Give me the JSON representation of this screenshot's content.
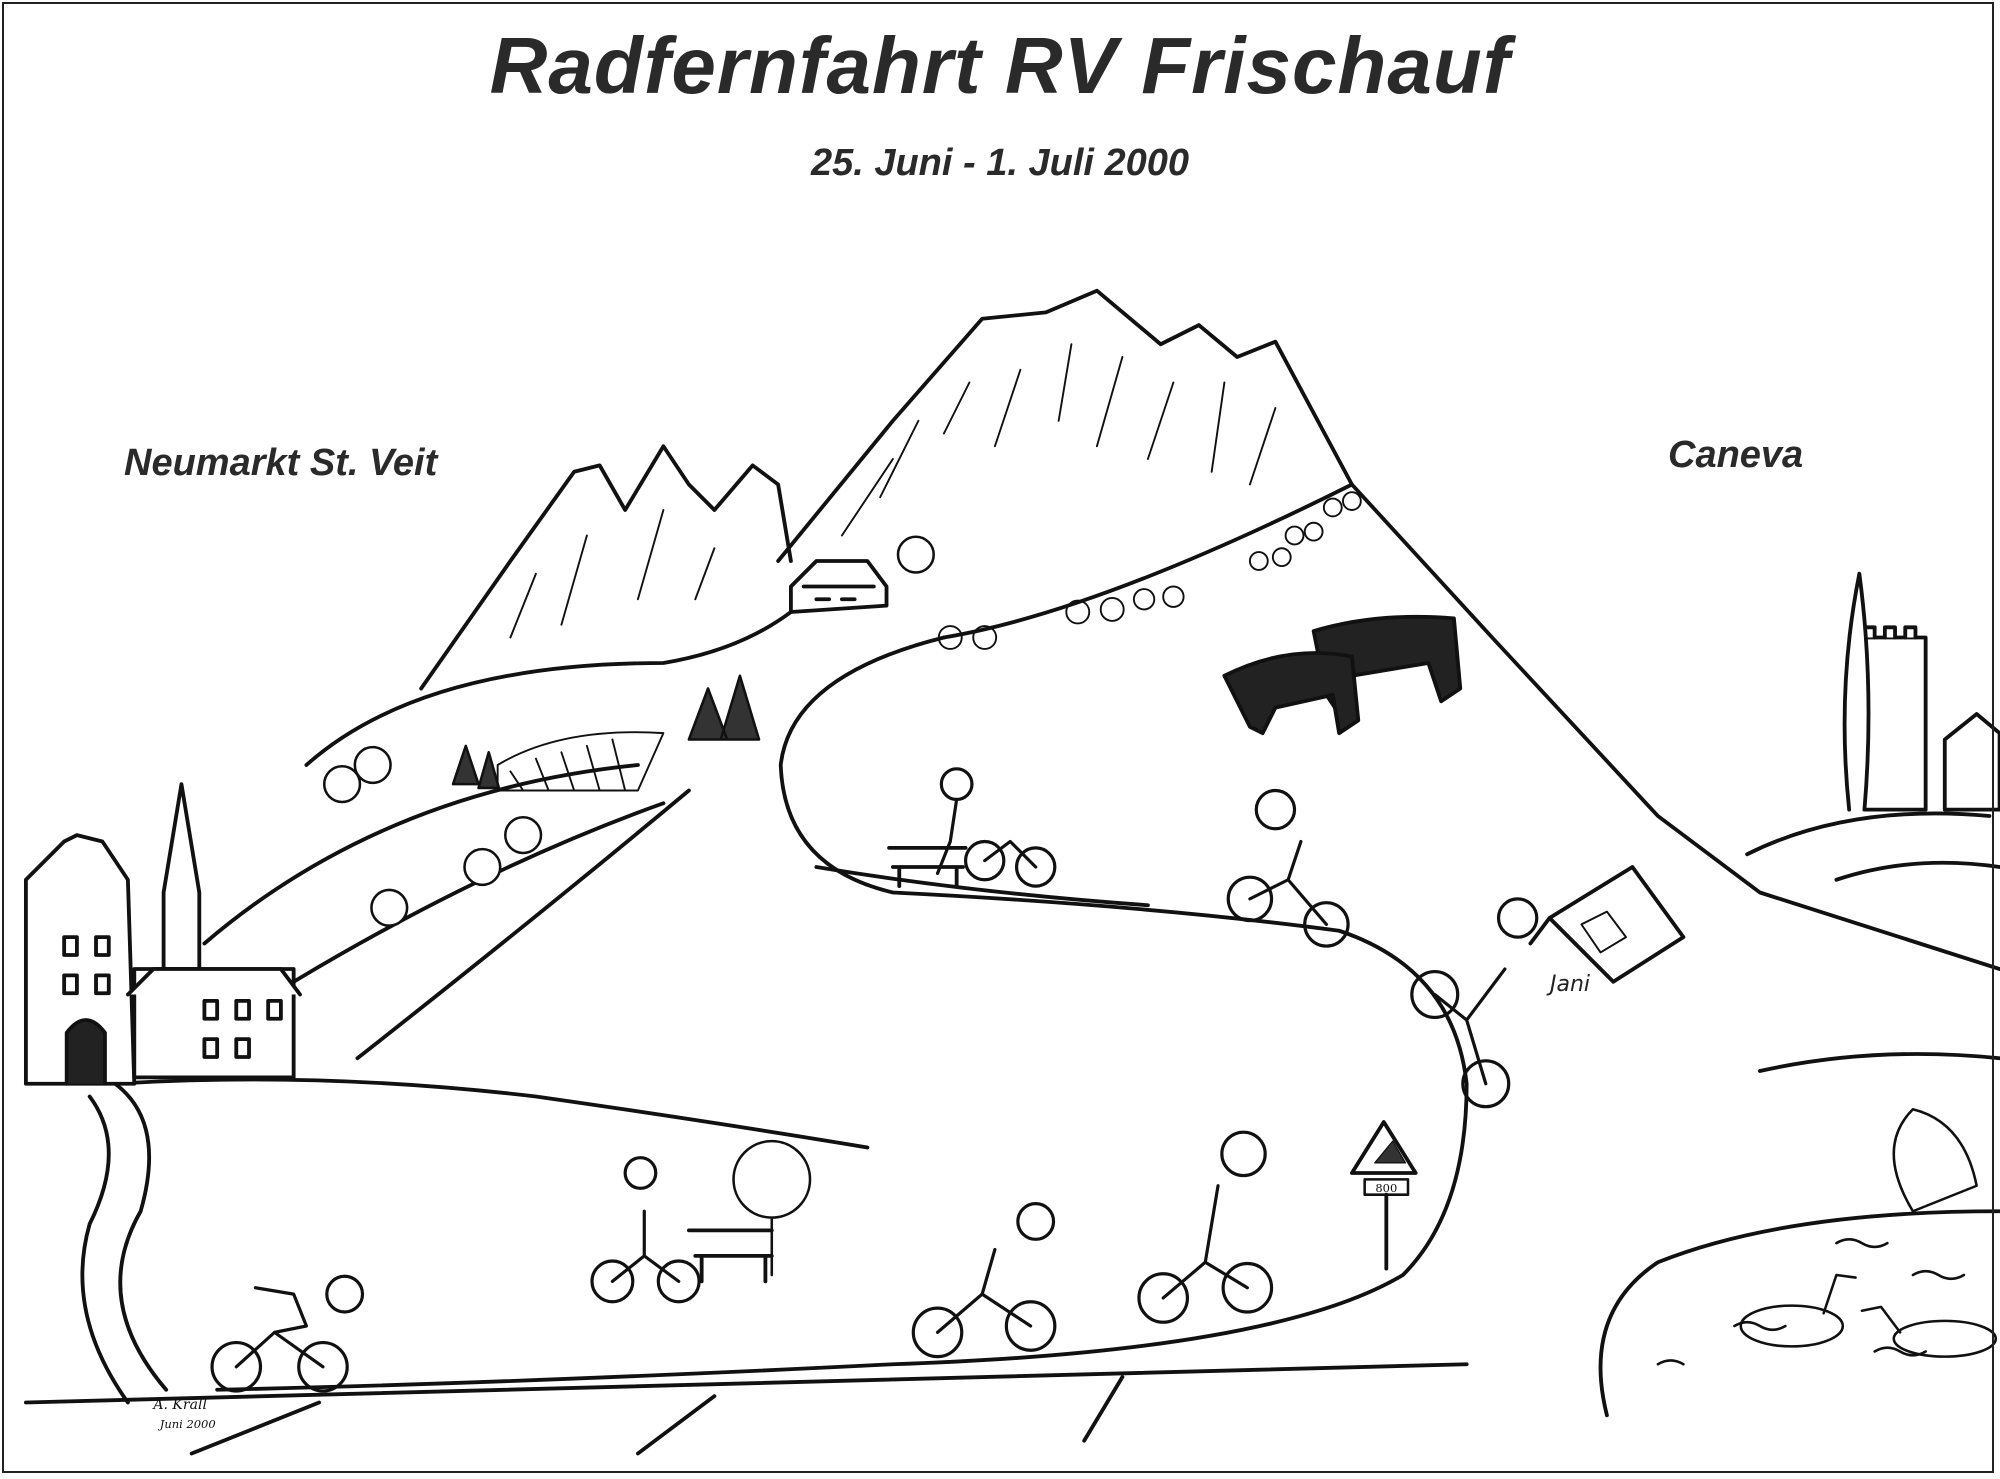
{
  "poster": {
    "title": "Radfernfahrt RV Frischauf",
    "dates": "25. Juni - 1. Juli 2000",
    "start_place": "Neumarkt St. Veit",
    "end_place": "Caneva",
    "rider_name": "Jani",
    "road_sign_text": "800",
    "signature": "A. Krall Juni 2000"
  }
}
